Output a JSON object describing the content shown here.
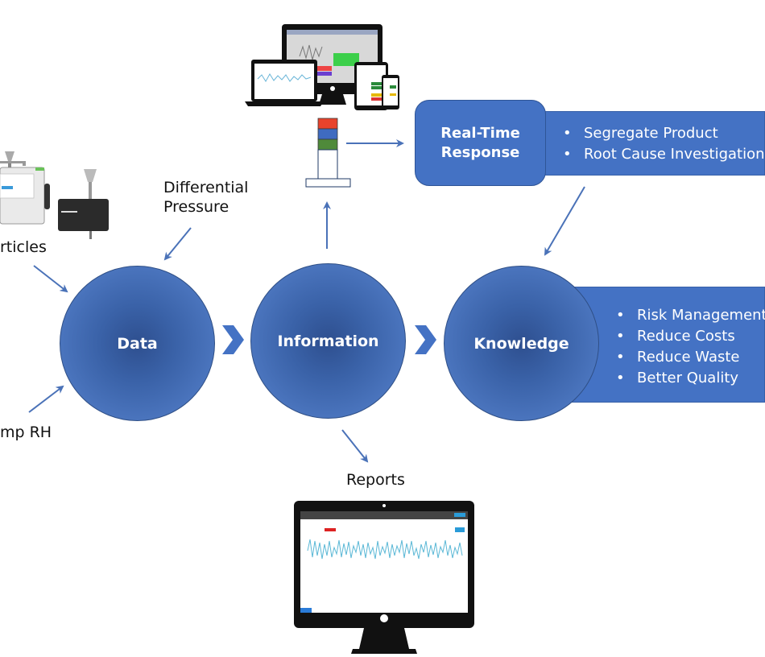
{
  "diagram": {
    "inputs": {
      "particles_label": "rticles",
      "differential_pressure_label": [
        "Differential",
        "Pressure"
      ],
      "temp_rh_label": "mp RH"
    },
    "stages": [
      {
        "id": "data",
        "label": "Data"
      },
      {
        "id": "information",
        "label": "Information"
      },
      {
        "id": "knowledge",
        "label": "Knowledge"
      }
    ],
    "real_time_response": {
      "title": [
        "Real-Time",
        "Response"
      ],
      "bullets": [
        "Segregate Product",
        "Root Cause Investigation"
      ]
    },
    "knowledge_benefits": {
      "bullets": [
        "Risk Management",
        "Reduce Costs",
        "Reduce Waste",
        "Better Quality"
      ]
    },
    "reports_label": "Reports",
    "icons": {
      "particle_counters": "particle-counter-devices-icon",
      "devices": "multi-device-screens-icon",
      "stack_light": "stack-light-icon",
      "report_monitor": "report-monitor-icon"
    },
    "colors": {
      "primary_blue": "#4472c4",
      "arrow_blue": "#4a72b8",
      "stack_red": "#e8432c",
      "stack_blue": "#3f6bc0",
      "stack_green": "#4f8a3a",
      "chart_line": "#5bb8d6"
    }
  }
}
